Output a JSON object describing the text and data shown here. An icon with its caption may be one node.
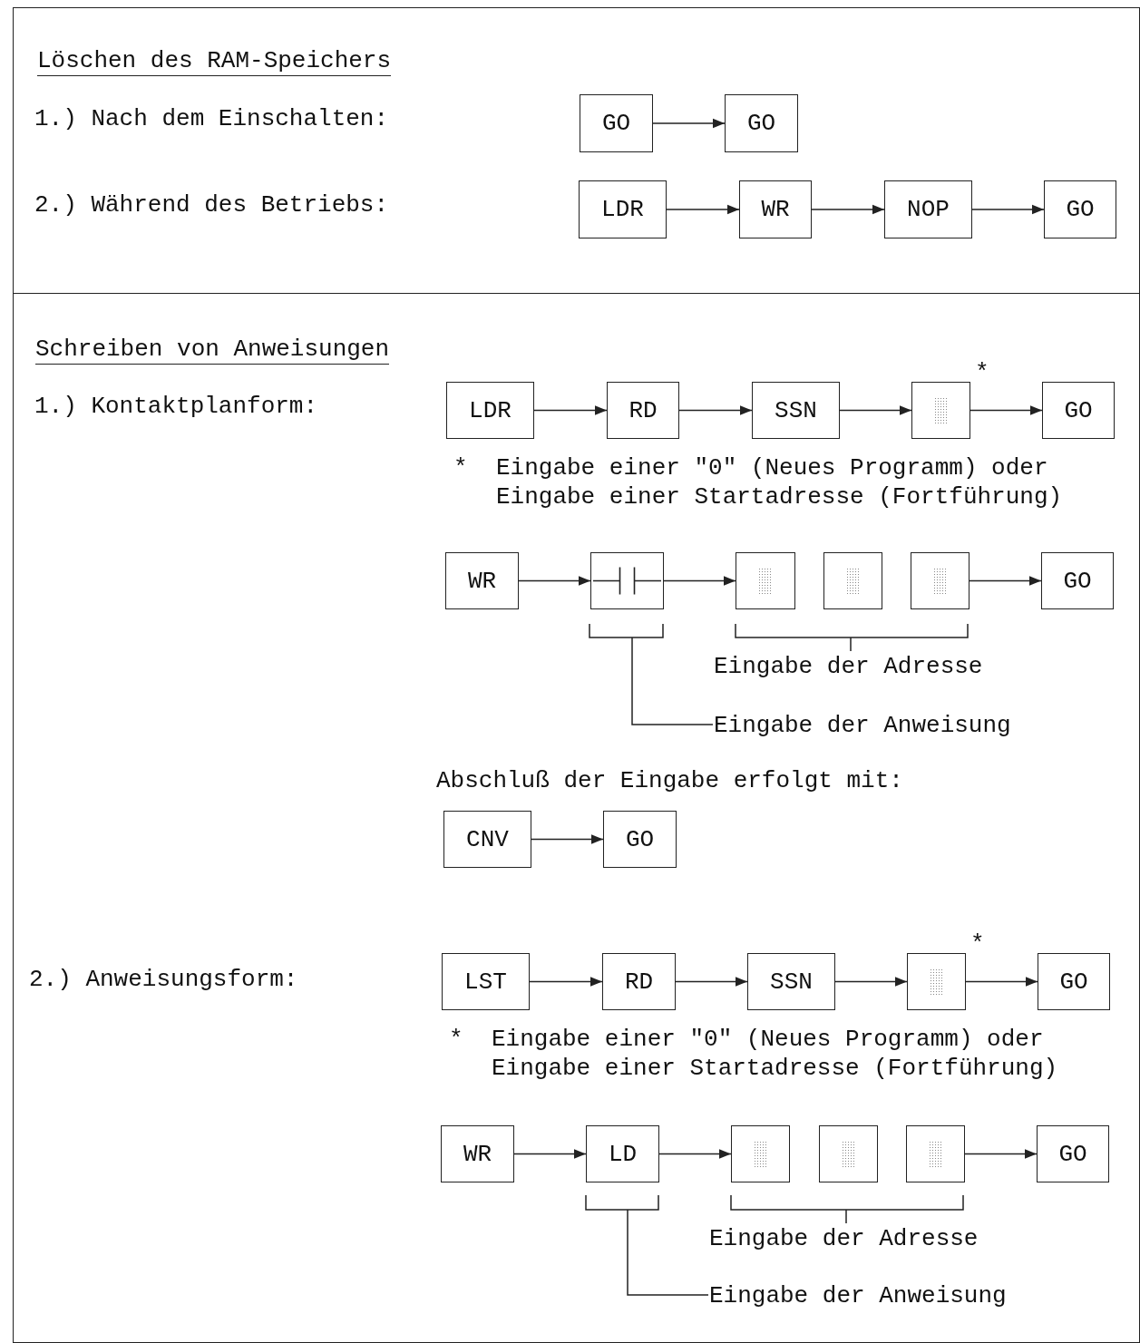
{
  "diagram": {
    "nodes": [
      {
        "text": [
          "Löschen des RAM-Speichers"
        ]
      },
      {
        "text": [
          "GO"
        ],
        "in": 0
      },
      {
        "text": [
          "GO"
        ],
        "in": 0
      },
      {
        "text": [
          "LDR"
        ],
        "in": 0
      },
      {
        "text": [
          "WR"
        ],
        "in": 0
      },
      {
        "text": [
          "NOP"
        ],
        "in": 0
      },
      {
        "text": [
          "GO"
        ],
        "in": 0
      },
      {
        "text": [
          "Schreiben von Anweisungen"
        ]
      },
      {
        "text": [
          "LDR"
        ],
        "in": 7
      },
      {
        "text": [
          "RD"
        ],
        "in": 7
      },
      {
        "text": [
          "SSN"
        ],
        "in": 7
      },
      {
        "text": [],
        "shape": "box",
        "beside": [
          "*"
        ],
        "in": 7
      },
      {
        "text": [
          "GO"
        ],
        "in": 7
      },
      {
        "text": [
          "WR"
        ],
        "in": 7
      },
      {
        "text": [],
        "shape": "box",
        "in": 7
      },
      {
        "text": [],
        "shape": "box",
        "in": 7
      },
      {
        "text": [],
        "shape": "box",
        "in": 7
      },
      {
        "text": [],
        "shape": "box",
        "in": 7
      },
      {
        "text": [
          "GO"
        ],
        "in": 7
      },
      {
        "text": [
          "Eingabe der Adresse"
        ],
        "in": 7
      },
      {
        "text": [
          "Eingabe der Anweisung"
        ],
        "in": 7
      },
      {
        "text": [
          "CNV"
        ],
        "in": 7
      },
      {
        "text": [
          "GO"
        ],
        "in": 7
      },
      {
        "text": [
          "LST"
        ],
        "in": 7
      },
      {
        "text": [
          "RD"
        ],
        "in": 7
      },
      {
        "text": [
          "SSN"
        ],
        "in": 7
      },
      {
        "text": [],
        "shape": "box",
        "beside": [
          "*"
        ],
        "in": 7
      },
      {
        "text": [
          "GO"
        ],
        "in": 7
      },
      {
        "text": [
          "WR"
        ],
        "in": 7
      },
      {
        "text": [
          "LD"
        ],
        "in": 7
      },
      {
        "text": [],
        "shape": "box",
        "in": 7
      },
      {
        "text": [],
        "shape": "box",
        "in": 7
      },
      {
        "text": [],
        "shape": "box",
        "in": 7
      },
      {
        "text": [
          "GO"
        ],
        "in": 7
      },
      {
        "text": [
          "Eingabe der Adresse"
        ],
        "in": 7
      },
      {
        "text": [
          "Eingabe der Anweisung"
        ],
        "in": 7
      }
    ],
    "edges": [
      {
        "from": 1,
        "to": 2,
        "arrow": "to"
      },
      {
        "from": 3,
        "to": 4,
        "arrow": "to"
      },
      {
        "from": 4,
        "to": 5,
        "arrow": "to"
      },
      {
        "from": 5,
        "to": 6,
        "arrow": "to"
      },
      {
        "from": 8,
        "to": 9,
        "arrow": "to"
      },
      {
        "from": 9,
        "to": 10,
        "arrow": "to"
      },
      {
        "from": 10,
        "to": 11,
        "arrow": "to"
      },
      {
        "from": 11,
        "to": 12,
        "arrow": "to"
      },
      {
        "from": 13,
        "to": 14,
        "arrow": "to"
      },
      {
        "from": 14,
        "to": 15,
        "arrow": "to"
      },
      {
        "from": 17,
        "to": 18,
        "arrow": "to"
      },
      {
        "from": 19,
        "to": null,
        "arrow": "none"
      },
      {
        "from": 20,
        "to": null,
        "arrow": "none"
      },
      {
        "from": 21,
        "to": 22,
        "arrow": "to"
      },
      {
        "from": 23,
        "to": 24,
        "arrow": "to"
      },
      {
        "from": 24,
        "to": 25,
        "arrow": "to"
      },
      {
        "from": 25,
        "to": 26,
        "arrow": "to"
      },
      {
        "from": 26,
        "to": 27,
        "arrow": "to"
      },
      {
        "from": 28,
        "to": 29,
        "arrow": "to"
      },
      {
        "from": 29,
        "to": 30,
        "arrow": "to"
      },
      {
        "from": 32,
        "to": 33,
        "arrow": "to"
      },
      {
        "from": 34,
        "to": null,
        "arrow": "none"
      },
      {
        "from": 35,
        "to": null,
        "arrow": "none"
      }
    ],
    "labels": [
      "1.) Nach dem Einschalten:",
      "2.) Während des Betriebs:",
      "1.) Kontaktplanform:",
      "*",
      "Eingabe einer \"0\" (Neues Programm) oder Eingabe einer Startadresse (Fortführung)",
      "Abschluß der Eingabe erfolgt mit:",
      "2.) Anweisungsform:",
      "*",
      "Eingabe einer \"0\" (Neues Programm) oder Eingabe einer Startadresse (Fortführung)"
    ]
  }
}
